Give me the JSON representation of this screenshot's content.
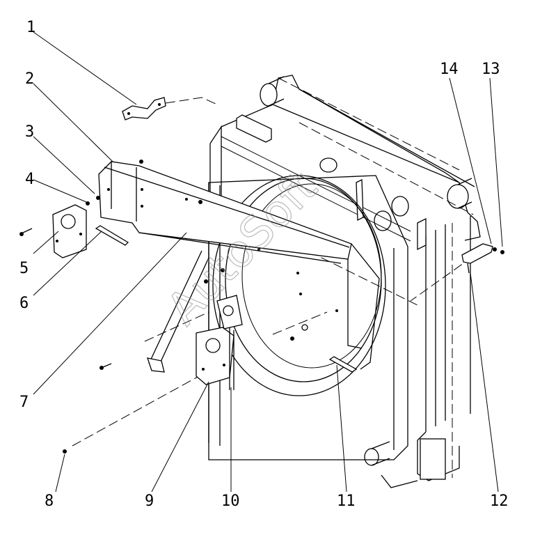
{
  "diagram": {
    "watermark": "AutoSoft",
    "callouts": [
      {
        "id": "1",
        "label": "1"
      },
      {
        "id": "2",
        "label": "2"
      },
      {
        "id": "3",
        "label": "3"
      },
      {
        "id": "4",
        "label": "4"
      },
      {
        "id": "5",
        "label": "5"
      },
      {
        "id": "6",
        "label": "6"
      },
      {
        "id": "7",
        "label": "7"
      },
      {
        "id": "8",
        "label": "8"
      },
      {
        "id": "9",
        "label": "9"
      },
      {
        "id": "10",
        "label": "10"
      },
      {
        "id": "11",
        "label": "11"
      },
      {
        "id": "12",
        "label": "12"
      },
      {
        "id": "13",
        "label": "13"
      },
      {
        "id": "14",
        "label": "14"
      }
    ]
  }
}
